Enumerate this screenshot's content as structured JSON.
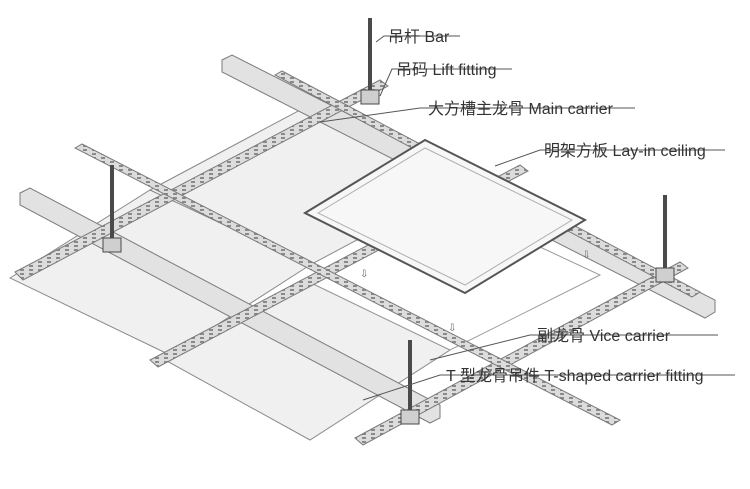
{
  "colors": {
    "panel_fill": "#f2f2f2",
    "panel_edge": "#8a8a8a",
    "rail_light": "#e2e2e2",
    "rail_dark": "#7a7a7a",
    "rod": "#4a4a4a",
    "label_text": "#333333",
    "leader_line": "#555555"
  },
  "labels": [
    {
      "id": "bar",
      "text": "吊杆  Bar"
    },
    {
      "id": "lift-fitting",
      "text": "吊码  Lift fitting"
    },
    {
      "id": "main-carrier",
      "text": "大方槽主龙骨  Main carrier"
    },
    {
      "id": "lay-in-ceiling",
      "text": "明架方板  Lay-in ceiling"
    },
    {
      "id": "vice-carrier",
      "text": "副龙骨  Vice carrier"
    },
    {
      "id": "t-shaped-fitting",
      "text": "T 型龙骨吊件  T-shaped carrier fitting"
    }
  ],
  "components": {
    "icons": [
      "hanger-rod-icon",
      "lift-fitting-icon",
      "main-carrier-rail-icon",
      "vice-carrier-rail-icon",
      "lay-in-panel-icon",
      "down-arrow-icon"
    ]
  }
}
